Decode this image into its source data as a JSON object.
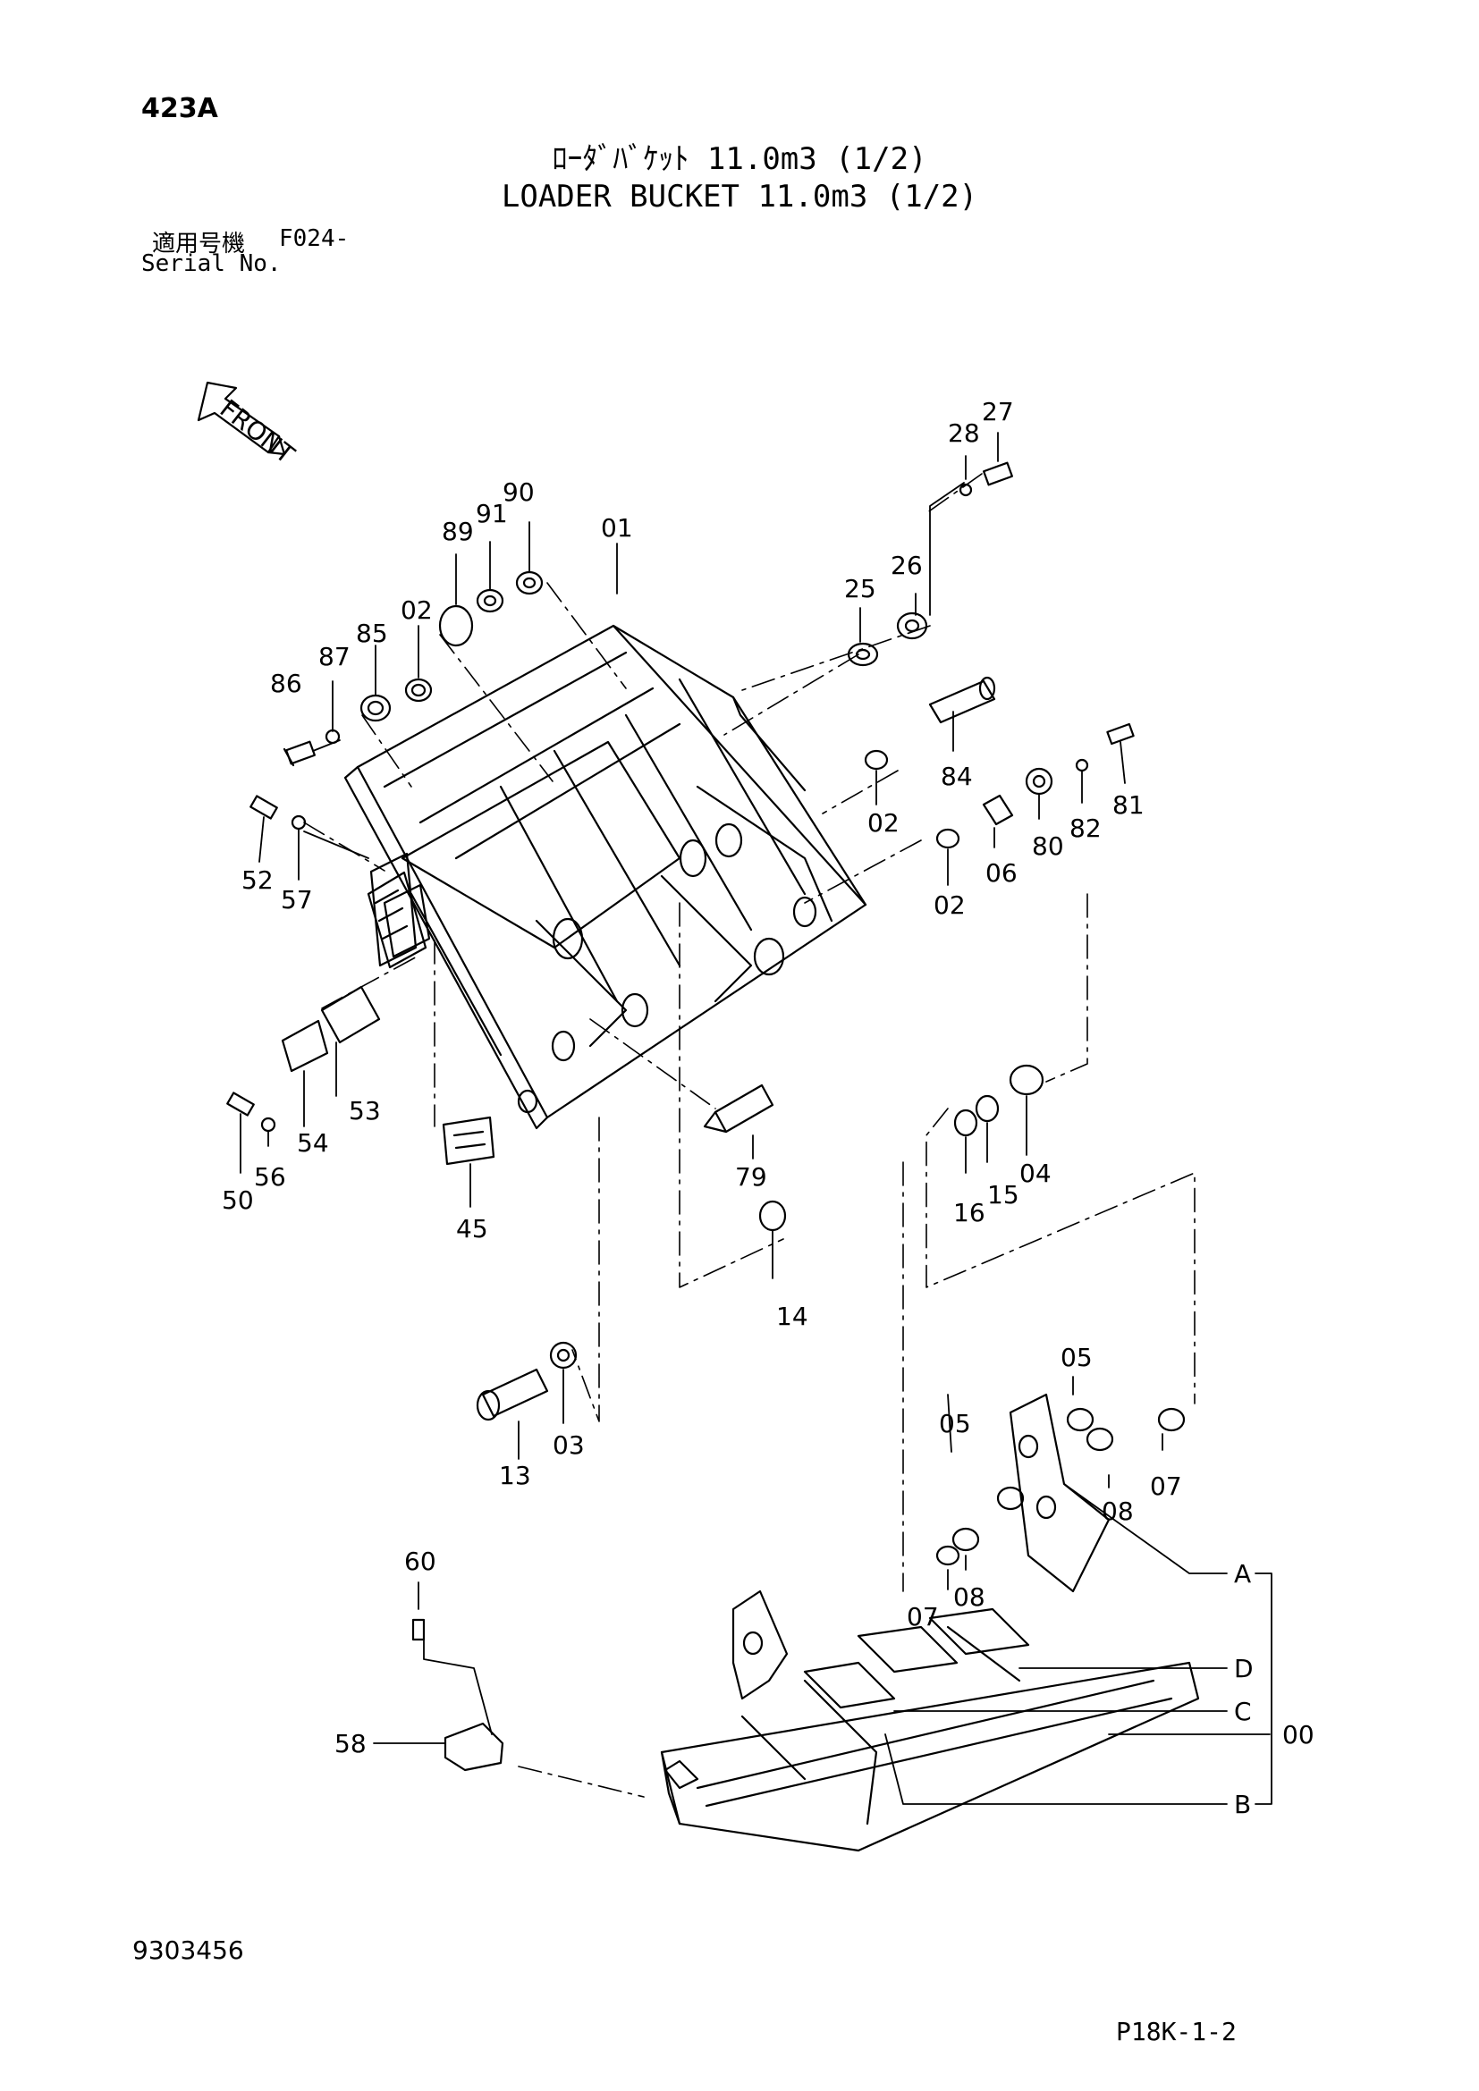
{
  "header": {
    "page_number": "423A",
    "title_jp": "ﾛｰﾀﾞﾊﾞｹｯﾄ 11.0m3 (1/2)",
    "title_en": "LOADER BUCKET 11.0m3 (1/2)",
    "serial_label_jp": "適用号機",
    "serial_value": "F024-",
    "serial_label_en": "Serial No."
  },
  "front_label": "FRONT",
  "part_labels": {
    "p00": "00",
    "p01": "01",
    "p02a": "02",
    "p02b": "02",
    "p02c": "02",
    "p03": "03",
    "p04": "04",
    "p05a": "05",
    "p05b": "05",
    "p06": "06",
    "p07a": "07",
    "p07b": "07",
    "p08a": "08",
    "p08b": "08",
    "p13": "13",
    "p14": "14",
    "p15": "15",
    "p16": "16",
    "p25": "25",
    "p26": "26",
    "p27": "27",
    "p28": "28",
    "p45": "45",
    "p50": "50",
    "p52": "52",
    "p53": "53",
    "p54": "54",
    "p56": "56",
    "p57": "57",
    "p58": "58",
    "p60": "60",
    "p79": "79",
    "p80": "80",
    "p81": "81",
    "p82": "82",
    "p84": "84",
    "p85": "85",
    "p86": "86",
    "p87": "87",
    "p89": "89",
    "p90": "90",
    "p91": "91"
  },
  "callout_labels": {
    "a": "A",
    "b": "B",
    "c": "C",
    "d": "D"
  },
  "footer": {
    "doc_number": "9303456",
    "sheet_ref": "P18K-1-2"
  }
}
